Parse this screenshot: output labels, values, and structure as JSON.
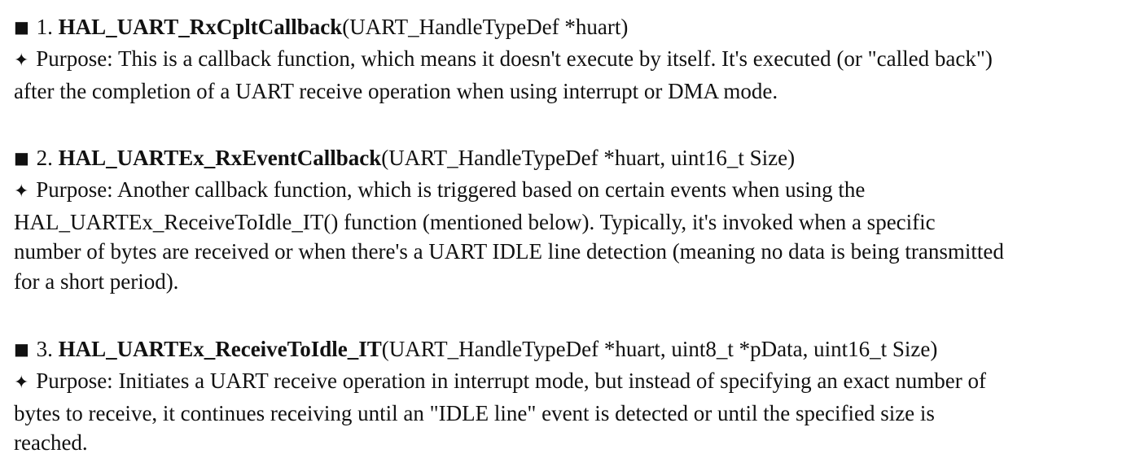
{
  "items": [
    {
      "number": "1.",
      "function_name": "HAL_UART_RxCpltCallback",
      "params": "(UART_HandleTypeDef *huart)",
      "purpose_lines": [
        "Purpose: This is a callback function, which means it doesn't execute by itself. It's executed (or \"called back\")",
        "after the completion of a UART receive operation when using interrupt or DMA mode."
      ]
    },
    {
      "number": "2.",
      "function_name": "HAL_UARTEx_RxEventCallback",
      "params": "(UART_HandleTypeDef *huart, uint16_t Size)",
      "purpose_lines": [
        "Purpose: Another callback function, which is triggered based on certain events when using the",
        "HAL_UARTEx_ReceiveToIdle_IT() function (mentioned below). Typically, it's invoked when a specific",
        "number of bytes are received or when there's a UART IDLE line detection (meaning no data is being transmitted",
        "for a short period)."
      ]
    },
    {
      "number": "3.",
      "function_name": "HAL_UARTEx_ReceiveToIdle_IT",
      "params": "(UART_HandleTypeDef *huart, uint8_t *pData, uint16_t Size)",
      "purpose_lines": [
        "Purpose: Initiates a UART receive operation in interrupt mode, but instead of specifying an exact number of",
        "bytes to receive, it continues receiving until an \"IDLE line\" event is detected or until the specified size is",
        "reached."
      ]
    }
  ],
  "icons": {
    "heading_bullet": "black-square-icon",
    "purpose_marker": "four-pointed-star-icon"
  }
}
